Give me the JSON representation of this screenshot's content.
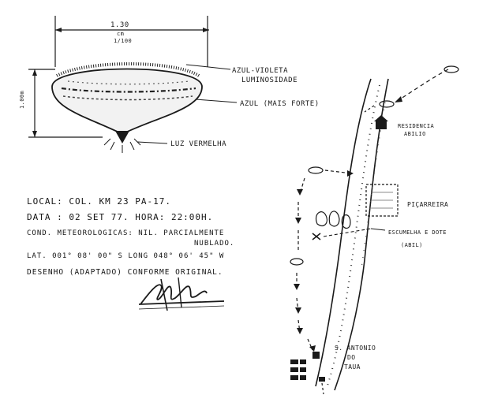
{
  "object_sketch": {
    "width_label": "1.30",
    "width_sublabel_1": "cm",
    "width_sublabel_2": "1/100",
    "height_label": "1.00m",
    "label_top": "AZUL-VIOLETA",
    "label_top_2": "LUMINOSIDADE",
    "label_middle": "AZUL (MAIS FORTE)",
    "label_bottom": "LUZ VERMELHA"
  },
  "report": {
    "local": "LOCAL: COL. KM 23 PA-17.",
    "data": "DATA  : 02 SET 77. HORA: 22:00H.",
    "weather_line_1": "COND. METEOROLOGICAS: NIL. PARCIALMENTE",
    "weather_line_2": "NUBLADO.",
    "coords": "LAT. 001° 08' 00\" S   LONG 048° 06' 45\" W",
    "drawing_note": "DESENHO (ADAPTADO) CONFORME ORIGINAL."
  },
  "map": {
    "label_house_1": "RESIDENCIA",
    "label_house_2": "ABILIO",
    "label_farm": "PIÇARREIRA",
    "label_witness_1": "ESCUMELHA E DOTE",
    "label_witness_2": "(ABIL)",
    "label_town_1": "S. ANTONIO",
    "label_town_2": "DO",
    "label_town_3": "TAUA"
  }
}
